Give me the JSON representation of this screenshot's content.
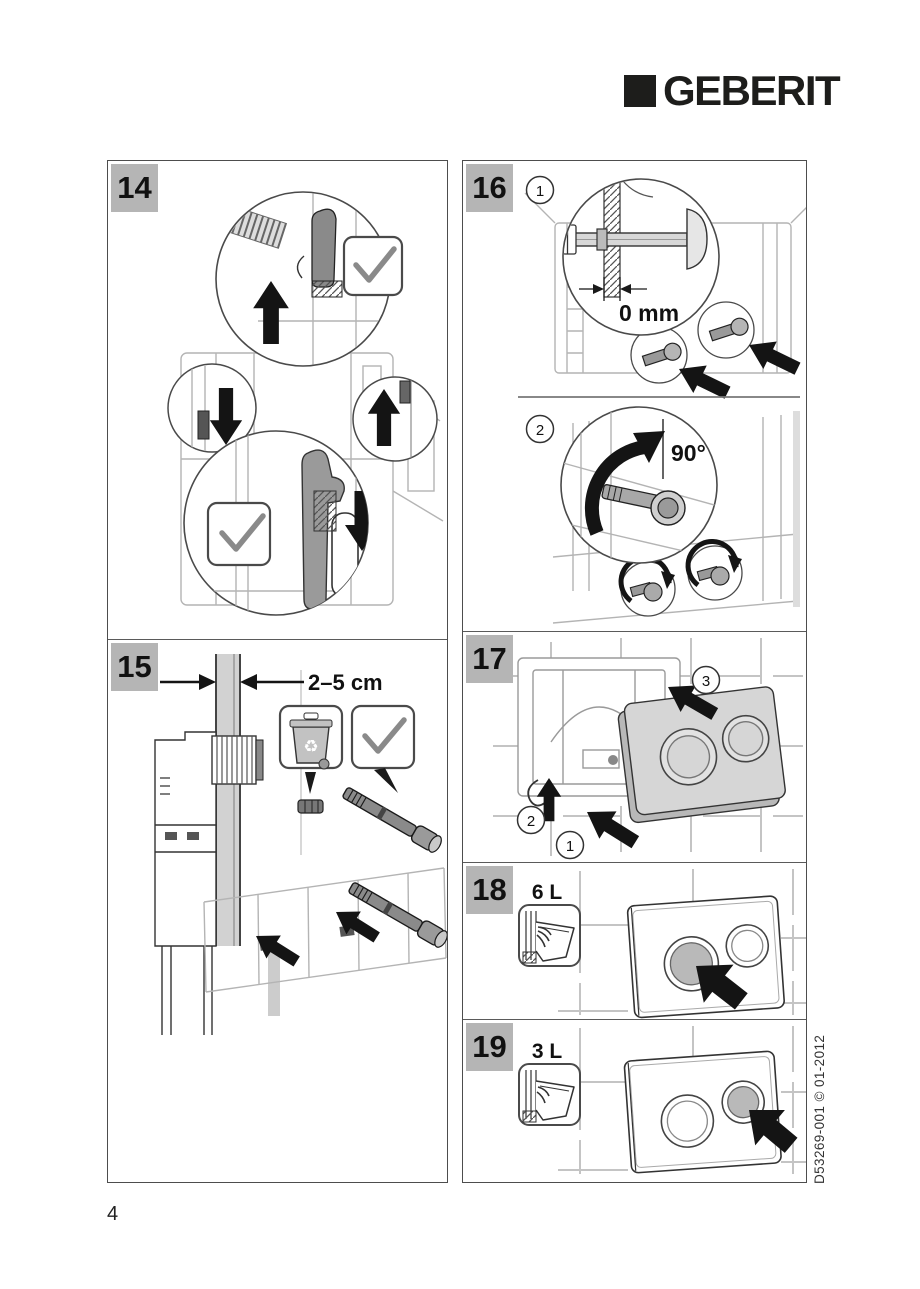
{
  "page": {
    "number": "4",
    "doc_ref": "D53269-001 © 01-2012"
  },
  "brand": {
    "logo_text": "GEBERIT"
  },
  "colors": {
    "label_bg": "#b5b5b5",
    "panel_border": "#4d4d4d",
    "line_light": "#b4b4b4",
    "line_dark": "#333333",
    "arrow": "#141414"
  },
  "icons": {
    "recycle_glyph": "♻"
  },
  "panels": {
    "p14": {
      "step": "14"
    },
    "p15": {
      "step": "15",
      "dimension": "2–5 cm"
    },
    "p16": {
      "step": "16",
      "sub1": "1",
      "sub2": "2",
      "gap_label": "0 mm",
      "angle_label": "90°"
    },
    "p17": {
      "step": "17",
      "marker1": "1",
      "marker2": "2",
      "marker3": "3"
    },
    "p18": {
      "step": "18",
      "flush_label": "6 L"
    },
    "p19": {
      "step": "19",
      "flush_label": "3 L"
    }
  }
}
